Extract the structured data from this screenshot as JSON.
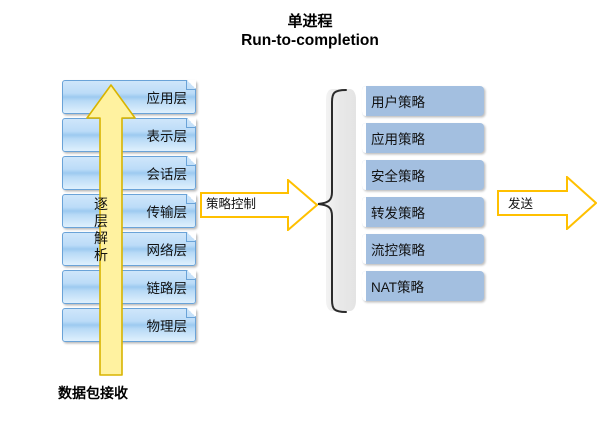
{
  "title": {
    "line1": "单进程",
    "line2": "Run-to-completion"
  },
  "osi_stack": {
    "name": "OSI protocol layer stack",
    "layers": [
      {
        "label": "应用层"
      },
      {
        "label": "表示层"
      },
      {
        "label": "会话层"
      },
      {
        "label": "传输层"
      },
      {
        "label": "网络层"
      },
      {
        "label": "链路层"
      },
      {
        "label": "物理层"
      }
    ]
  },
  "up_arrow": {
    "label_chars": [
      "逐",
      "层",
      "解",
      "析"
    ],
    "label": "逐层解析",
    "color": "#FFF2A0",
    "border_color": "#D9B400",
    "direction": "up"
  },
  "bottom_caption": "数据包接收",
  "policy_control_arrow": {
    "label": "策略控制",
    "fill": "#FFFFFF",
    "border_color": "#FFC000",
    "direction": "right"
  },
  "brace": {
    "name": "grouping-brace",
    "band_color": "#E8E8E8",
    "stroke_color": "#2B2B2B"
  },
  "policy_stack": {
    "name": "policy processing list",
    "items": [
      {
        "label": "用户策略"
      },
      {
        "label": "应用策略"
      },
      {
        "label": "安全策略"
      },
      {
        "label": "转发策略"
      },
      {
        "label": "流控策略"
      },
      {
        "label": "NAT策略"
      }
    ],
    "box_color": "#A3BFE0"
  },
  "send_arrow": {
    "label": "发送",
    "fill": "#FFFFFF",
    "border_color": "#FFC000",
    "direction": "right"
  },
  "colors": {
    "layer_box_border": "#6AA3D8",
    "layer_box_fill": "#BCDCF8",
    "arrow_gold": "#FFC000",
    "arrow_yellow_fill": "#FFF2A0",
    "background": "#FFFFFF"
  }
}
